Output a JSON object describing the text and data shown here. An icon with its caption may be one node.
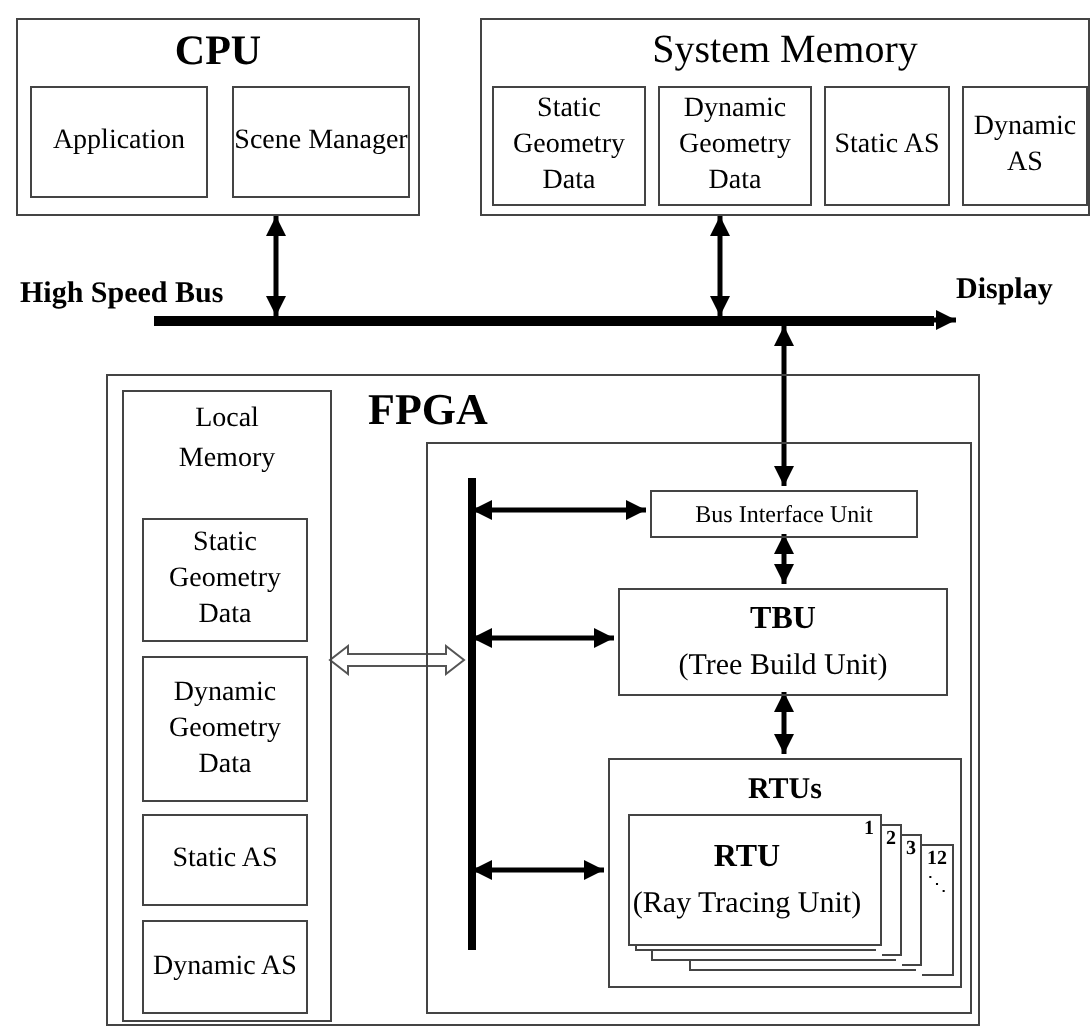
{
  "diagram": {
    "nodes": [
      {
        "text": [
          "CPU"
        ]
      },
      {
        "text": [
          "Application"
        ],
        "in": 0
      },
      {
        "text": [
          "Scene Manager"
        ],
        "in": 0
      },
      {
        "text": [
          "System Memory"
        ]
      },
      {
        "text": [
          "Static Geometry Data"
        ],
        "in": 3
      },
      {
        "text": [
          "Dynamic Geometry Data"
        ],
        "in": 3
      },
      {
        "text": [
          "Static AS"
        ],
        "in": 3
      },
      {
        "text": [
          "Dynamic AS"
        ],
        "in": 3
      },
      {
        "text": [],
        "shape": "bar",
        "beside": [
          "High Speed Bus"
        ]
      },
      {
        "text": [
          "Display"
        ]
      },
      {
        "text": [
          "FPGA"
        ]
      },
      {
        "text": [
          "Local Memory"
        ],
        "in": 10
      },
      {
        "text": [
          "Static Geometry Data"
        ],
        "in": 11
      },
      {
        "text": [
          "Dynamic Geometry Data"
        ],
        "in": 11
      },
      {
        "text": [
          "Static AS"
        ],
        "in": 11
      },
      {
        "text": [
          "Dynamic AS"
        ],
        "in": 11
      },
      {
        "text": [],
        "shape": "box",
        "in": 10
      },
      {
        "text": [],
        "shape": "bar",
        "in": 16
      },
      {
        "text": [
          "Bus Interface Unit"
        ],
        "in": 16
      },
      {
        "text": [
          "TBU",
          "(Tree Build Unit)"
        ],
        "in": 16
      },
      {
        "text": [
          "RTUs"
        ],
        "in": 16
      },
      {
        "text": [
          "12",
          "⋱"
        ],
        "in": 20
      },
      {
        "text": [
          "3"
        ],
        "in": 20
      },
      {
        "text": [
          "2"
        ],
        "in": 20
      },
      {
        "text": [
          "RTU",
          "(Ray Tracing Unit)",
          "1"
        ],
        "in": 20
      }
    ],
    "edges": [
      {
        "from": 0,
        "to": 8,
        "arrow": "both"
      },
      {
        "from": 3,
        "to": 8,
        "arrow": "both"
      },
      {
        "from": 8,
        "to": 9,
        "arrow": "to"
      },
      {
        "from": 8,
        "to": 18,
        "arrow": "both"
      },
      {
        "from": 11,
        "to": 17,
        "arrow": "both",
        "style": "thick"
      },
      {
        "from": 17,
        "to": 18,
        "arrow": "both"
      },
      {
        "from": 18,
        "to": 19,
        "arrow": "both"
      },
      {
        "from": 17,
        "to": 19,
        "arrow": "both"
      },
      {
        "from": 19,
        "to": 20,
        "arrow": "both"
      },
      {
        "from": 17,
        "to": 20,
        "arrow": "both"
      }
    ]
  }
}
